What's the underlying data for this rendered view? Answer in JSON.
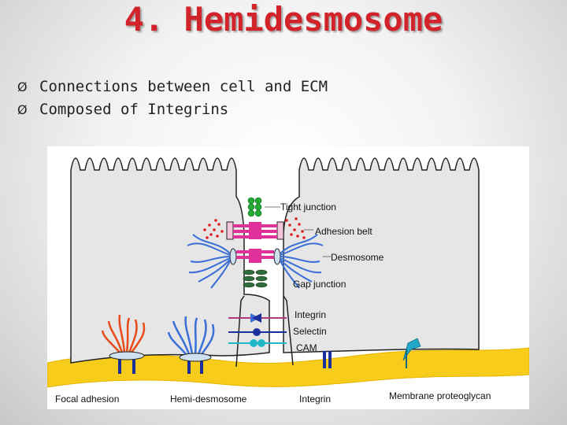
{
  "slide": {
    "title": "4. Hemidesmosome",
    "bullets": [
      {
        "marker": "Ø",
        "text": "Connections between cell and ECM"
      },
      {
        "marker": "Ø",
        "text": "Composed of Integrins"
      }
    ]
  },
  "figure": {
    "labels": {
      "tight_junction": "Tight junction",
      "adhesion_belt": "Adhesion belt",
      "desmosome": "Desmosome",
      "gap_junction": "Gap junction",
      "integrin": "Integrin",
      "selectin": "Selectin",
      "cam": "CAM",
      "focal_adhesion": "Focal adhesion",
      "hemi_desmosome": "Hemi-desmosome",
      "integrin_bottom": "Integrin",
      "membrane_proteoglycan": "Membrane proteoglycan"
    },
    "colors": {
      "title": "#d2232a",
      "cytoplasm": "#e6e6e6",
      "ecm": "#f7cc1b",
      "tight_junction": "#22aa33",
      "adhesion_belt": "#e0309a",
      "adhesion_dots": "#e02020",
      "desmosome_filaments": "#3a6fd8",
      "gap_junction": "#2e6b3a",
      "focal_filaments": "#e84a1a",
      "selectin": "#1a2f9a",
      "cam": "#20b8c8",
      "proteoglycan": "#20a8c8"
    }
  }
}
